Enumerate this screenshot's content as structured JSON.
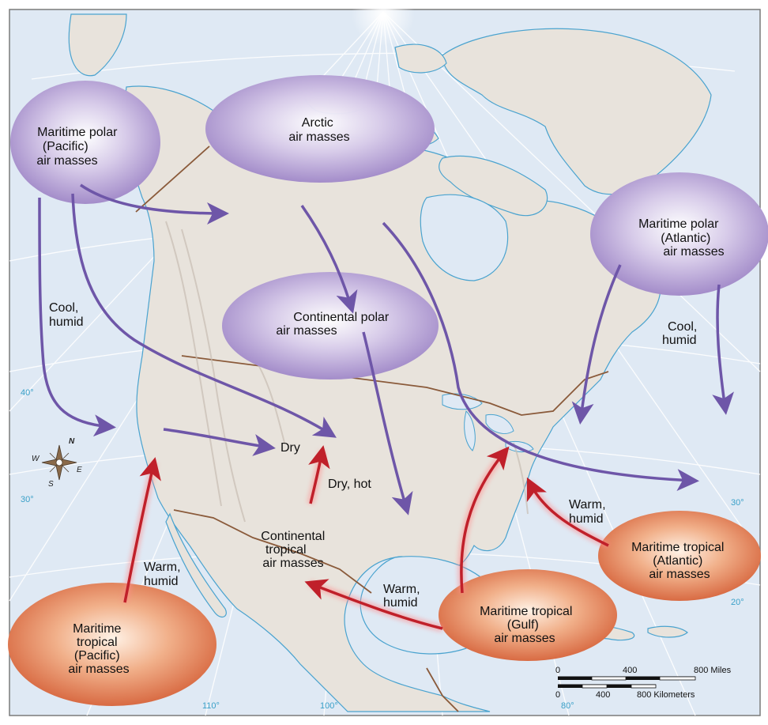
{
  "air_masses": [
    {
      "id": "mp-pacific",
      "lines": [
        "Maritime polar",
        "(Pacific)",
        "air masses"
      ],
      "kind": "polar"
    },
    {
      "id": "arctic",
      "lines": [
        "Arctic",
        "air masses"
      ],
      "kind": "polar"
    },
    {
      "id": "continental-polar",
      "lines": [
        "Continental polar",
        "air masses"
      ],
      "kind": "polar"
    },
    {
      "id": "mp-atlantic",
      "lines": [
        "Maritime polar",
        "(Atlantic)",
        "air masses"
      ],
      "kind": "polar"
    },
    {
      "id": "mt-pacific",
      "lines": [
        "Maritime",
        "tropical",
        "(Pacific)",
        "air masses"
      ],
      "kind": "tropical"
    },
    {
      "id": "mt-gulf",
      "lines": [
        "Maritime tropical",
        "(Gulf)",
        "air masses"
      ],
      "kind": "tropical"
    },
    {
      "id": "mt-atlantic",
      "lines": [
        "Maritime tropical",
        "(Atlantic)",
        "air masses"
      ],
      "kind": "tropical"
    },
    {
      "id": "continental-tropical",
      "lines": [
        "Continental",
        "tropical",
        "air masses"
      ],
      "kind": "label"
    }
  ],
  "annotations": {
    "cool_humid_west": [
      "Cool,",
      "humid"
    ],
    "cool_humid_east": [
      "Cool,",
      "humid"
    ],
    "dry": "Dry",
    "dry_hot": "Dry, hot",
    "warm_humid_pacific": [
      "Warm,",
      "humid"
    ],
    "warm_humid_gulf": [
      "Warm,",
      "humid"
    ],
    "warm_humid_atlantic": [
      "Warm,",
      "humid"
    ]
  },
  "latitudes": [
    "40°",
    "30°",
    "30°",
    "20°"
  ],
  "longitudes": [
    "110°",
    "100°",
    "80°"
  ],
  "compass": {
    "n": "N",
    "s": "S",
    "e": "E",
    "w": "W"
  },
  "scale": {
    "miles_ticks": [
      "0",
      "400",
      "800 Miles"
    ],
    "km_ticks": [
      "0",
      "400",
      "800 Kilometers"
    ]
  },
  "colors": {
    "ocean": "#dfe9f4",
    "land": "#e8e3dc",
    "polar_arrow": "#6e56a8",
    "tropical_arrow": "#c0202a",
    "polar_mass": "#9f86c7",
    "tropical_mass": "#d9683f",
    "graticule": "#ffffff",
    "coast": "#4aa3cf",
    "border": "#8a5a3a"
  }
}
